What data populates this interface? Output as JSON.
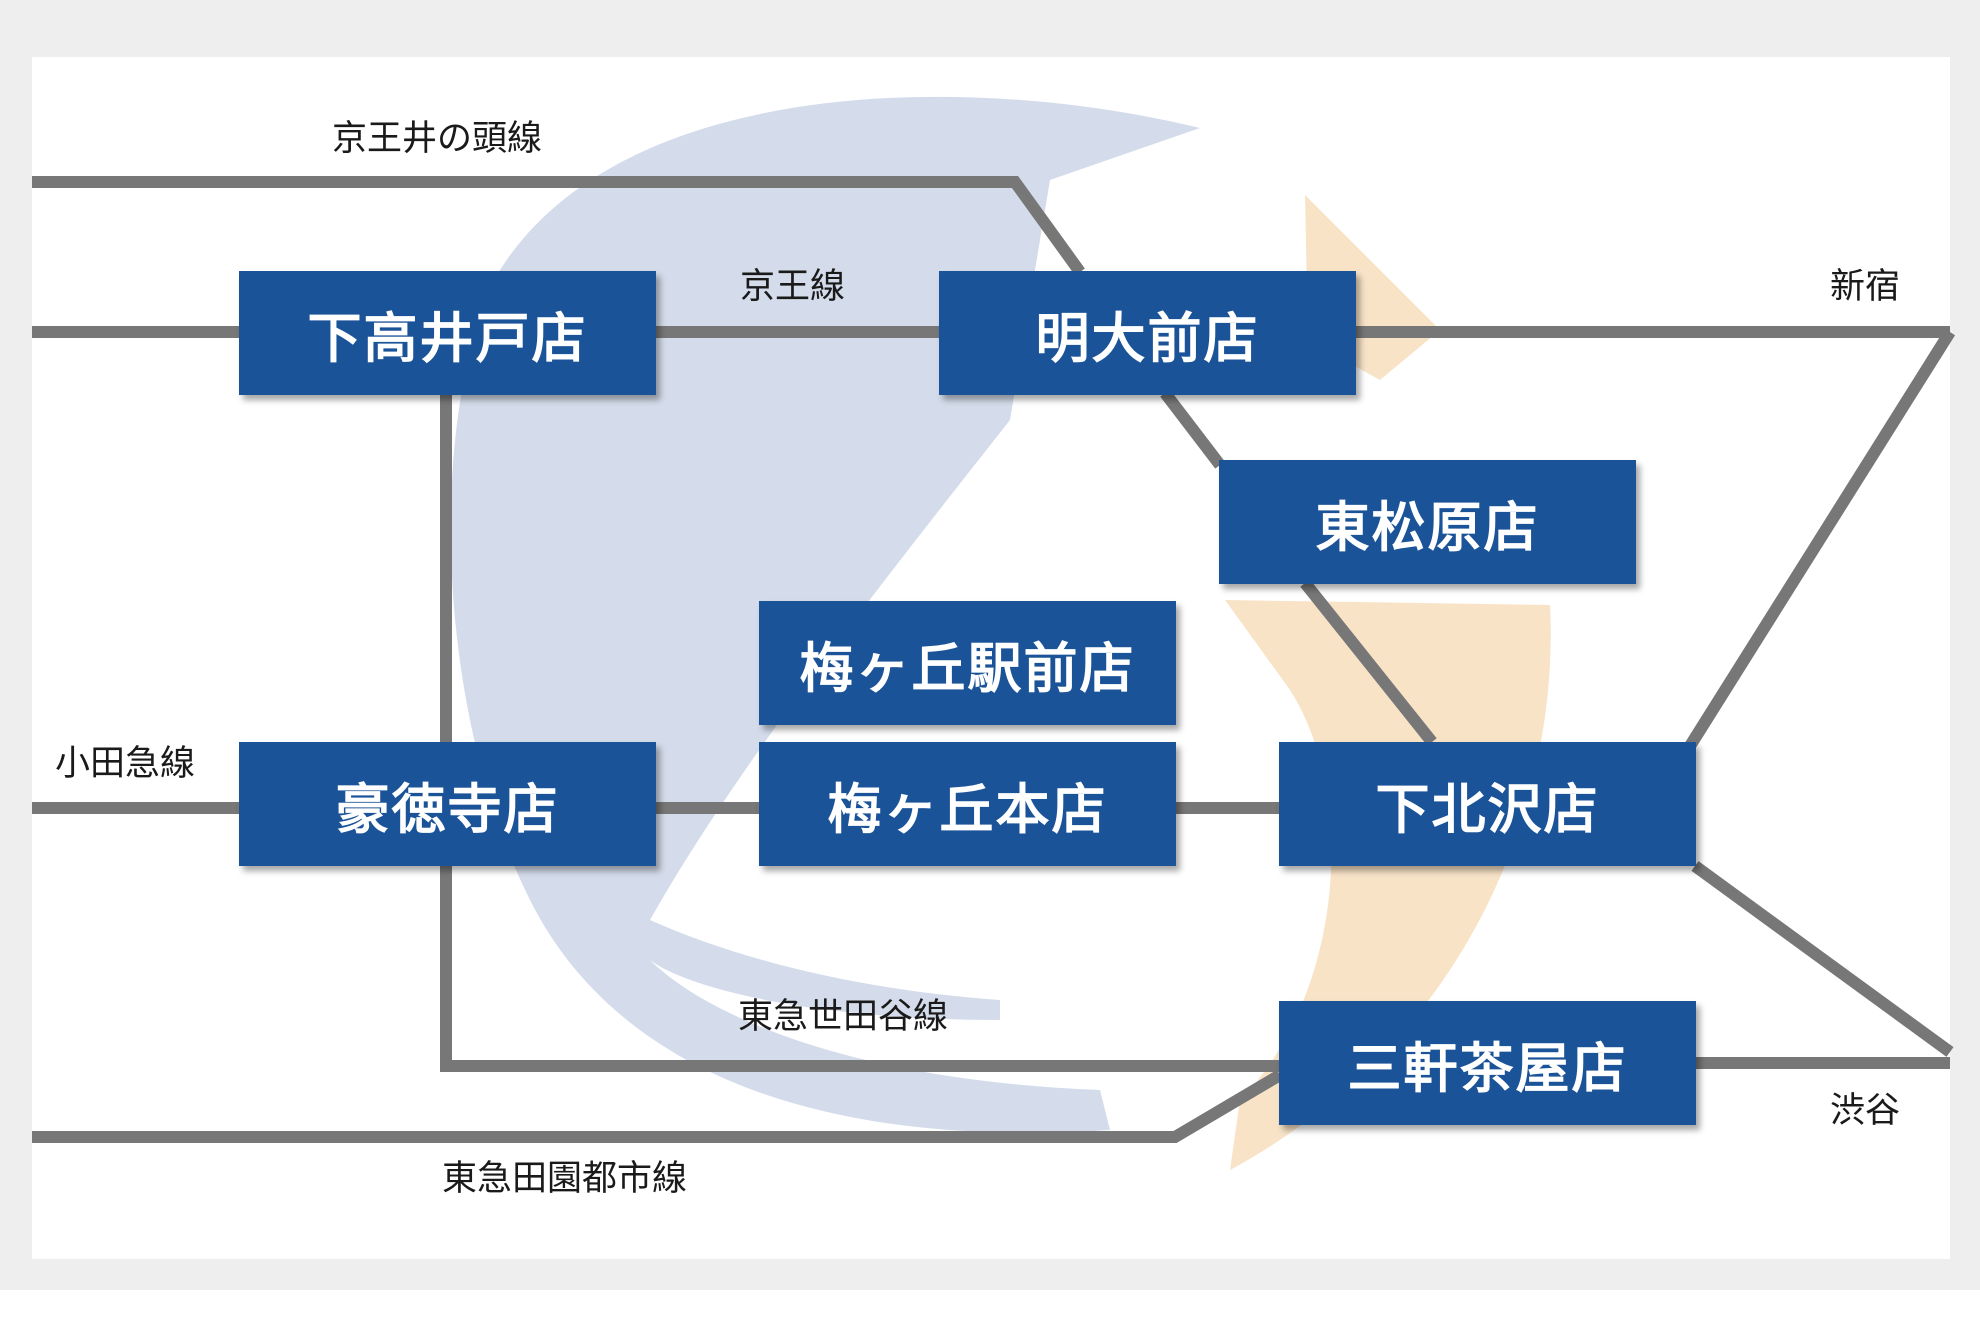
{
  "colors": {
    "frame": "#eeeeee",
    "background": "#ffffff",
    "line": "#777777",
    "station_box": "#1b5398",
    "station_text": "#ffffff",
    "watermark_blue": "#c9d3e6",
    "watermark_orange": "#f6dcb9"
  },
  "lines": {
    "keio_inokashira": "京王井の頭線",
    "keio": "京王線",
    "odakyu": "小田急線",
    "tokyu_setagaya": "東急世田谷線",
    "tokyu_denentoshi": "東急田園都市線"
  },
  "terminals": {
    "shinjuku": "新宿",
    "shibuya": "渋谷"
  },
  "stores": {
    "shimotakaido": "下高井戸店",
    "meidaimae": "明大前店",
    "higashimatsubara": "東松原店",
    "umegaoka_ekimae": "梅ヶ丘駅前店",
    "gotokuji": "豪徳寺店",
    "umegaoka_honten": "梅ヶ丘本店",
    "shimokitazawa": "下北沢店",
    "sangenjaya": "三軒茶屋店"
  }
}
